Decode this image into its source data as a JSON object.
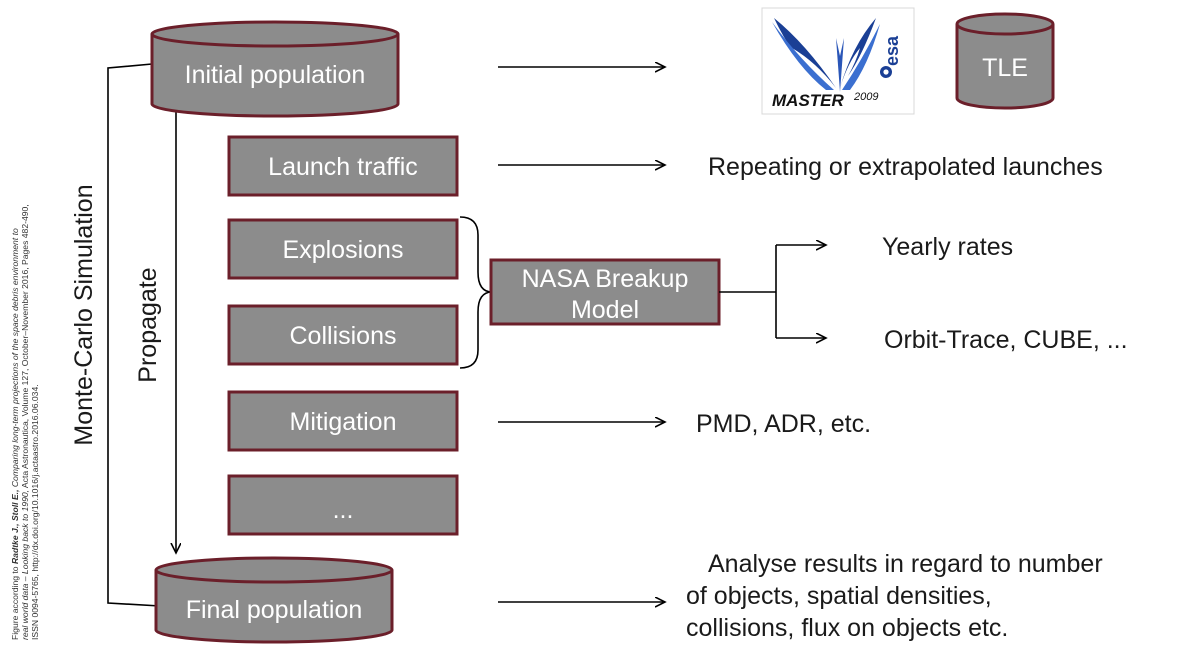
{
  "colors": {
    "box_fill": "#8c8c8c",
    "box_stroke": "#6b1f2a",
    "arrow": "#000000",
    "text_dark": "#1a1a1a"
  },
  "citation": {
    "line1_prefix": "Figure according to ",
    "line1_authors": "Radtke J., Stoll E.,",
    "line1_title": " Comparing long-term projections of the space debris environment to",
    "line2_title": "real world data – Looking back to 1990,",
    "line2_rest": " Acta Astronautica, Volume 127, October–November 2016, Pages 482-490,",
    "line3": "ISSN 0094-5765, http://dx.doi.org/10.1016/j.actaastro.2016.06.034."
  },
  "side_labels": {
    "monte_carlo": "Monte-Carlo Simulation",
    "propagate": "Propagate"
  },
  "nodes": {
    "initial_population": "Initial population",
    "launch_traffic": "Launch traffic",
    "explosions": "Explosions",
    "collisions": "Collisions",
    "nasa_breakup_line1": "NASA Breakup",
    "nasa_breakup_line2": "Model",
    "mitigation": "Mitigation",
    "ellipsis": "...",
    "final_population": "Final population"
  },
  "outputs": {
    "master_logo_text": "MASTER",
    "master_logo_year": "2009",
    "esa_text": "esa",
    "tle": "TLE",
    "launches": "Repeating or extrapolated launches",
    "yearly_rates": "Yearly rates",
    "orbit_trace": "Orbit-Trace, CUBE, ...",
    "mitigation_out": "PMD, ADR, etc.",
    "analyse_line1": "Analyse results in regard to number",
    "analyse_line2": "of objects, spatial densities,",
    "analyse_line3": "collisions, flux on objects etc."
  }
}
